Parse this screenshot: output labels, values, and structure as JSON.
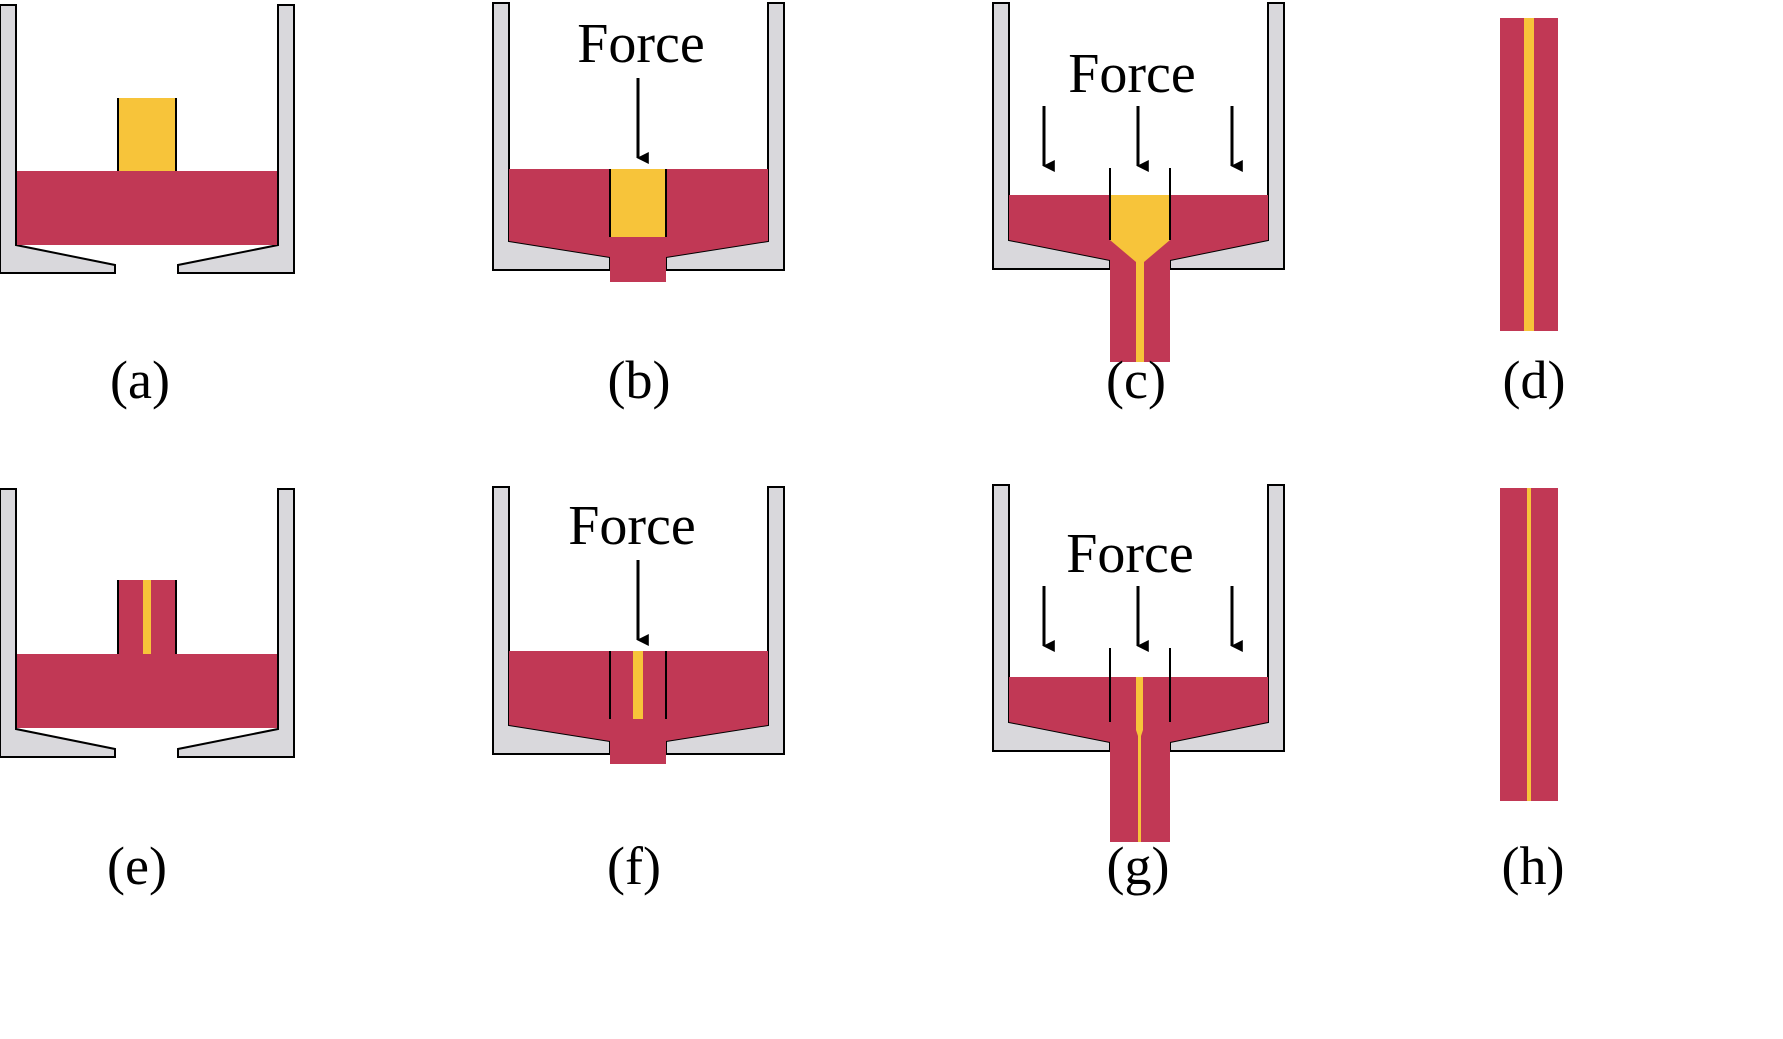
{
  "colors": {
    "polymer": "#C13855",
    "core": "#F7C43A",
    "crucible": "#D9D8DC",
    "outline": "#000000",
    "background": "#FFFFFF"
  },
  "force_text": "Force",
  "panels": [
    {
      "id": "a",
      "label": "(a)"
    },
    {
      "id": "b",
      "label": "(b)"
    },
    {
      "id": "c",
      "label": "(c)"
    },
    {
      "id": "d",
      "label": "(d)"
    },
    {
      "id": "e",
      "label": "(e)"
    },
    {
      "id": "f",
      "label": "(f)"
    },
    {
      "id": "g",
      "label": "(g)"
    },
    {
      "id": "h",
      "label": "(h)"
    }
  ]
}
